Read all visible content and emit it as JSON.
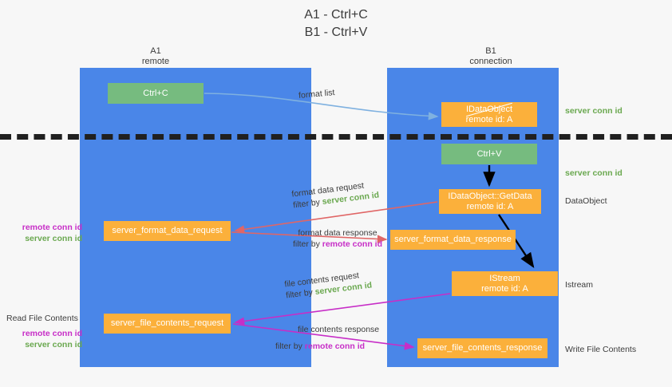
{
  "title": {
    "line1": "A1 - Ctrl+C",
    "line2": "B1 - Ctrl+V"
  },
  "columns": [
    {
      "name": "A1",
      "sub": "remote"
    },
    {
      "name": "B1",
      "sub": "connection"
    }
  ],
  "boxes": {
    "ctrl_c": "Ctrl+C",
    "idataobject": {
      "line1": "IDataObject",
      "line2": "remote id: A"
    },
    "ctrl_v": "Ctrl+V",
    "getdata": {
      "line1": "IDataObject::GetData",
      "line2": "remote id: A"
    },
    "istream": {
      "line1": "IStream",
      "line2": "remote id: A"
    },
    "server_format_data_request": "server_format_data_request",
    "server_format_data_response": "server_format_data_response",
    "server_file_contents_request": "server_file_contents_request",
    "server_file_contents_response": "server_file_contents_response"
  },
  "edges": {
    "format_list": "format list",
    "format_data_request": {
      "line1": "format data request",
      "filter_prefix": "filter by ",
      "filter_value": "server conn id"
    },
    "format_data_response": {
      "line1": "format data response",
      "filter_prefix": "filter by ",
      "filter_value": "remote conn id"
    },
    "file_contents_request": {
      "line1": "file contents request",
      "filter_prefix": "filter by ",
      "filter_value": "server conn id"
    },
    "file_contents_response": {
      "line1": "file contents response",
      "filter_prefix": "filter by ",
      "filter_value": "remote conn id"
    }
  },
  "annotations": {
    "server_conn_id": "server conn id",
    "remote_conn_id": "remote conn id",
    "dataobject": "DataObject",
    "istream": "Istream",
    "write_file_contents": "Write File Contents",
    "read_file_contents": "Read File Contents"
  },
  "colors": {
    "lane": "#4a86e8",
    "green_box": "#76bb7f",
    "orange_box": "#fbb03b",
    "server_conn_id": "#6aa84f",
    "remote_conn_id": "#c72ec7",
    "separator": "#202020",
    "arrow_blue": "#7fb1e0",
    "arrow_red": "#e06666",
    "arrow_purple": "#c72ec7",
    "arrow_black": "#000000",
    "background": "#f7f7f7"
  }
}
